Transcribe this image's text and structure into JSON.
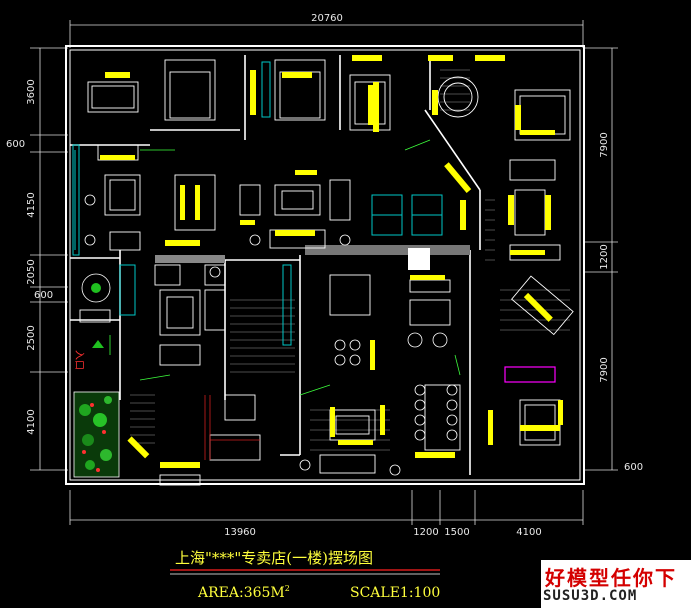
{
  "dimensions": {
    "top_total": "20760",
    "bottom": [
      "13960",
      "1200",
      "1500",
      "4100"
    ],
    "left": [
      "3600",
      "4150",
      "2050",
      "2500",
      "4100"
    ],
    "left_small": [
      "600",
      "600"
    ],
    "right": [
      "7900",
      "1200",
      "7900"
    ],
    "right_small": "600"
  },
  "title": "上海\"***\"专卖店(一楼)摆场图",
  "area_label": "AREA:365M",
  "area_sup": "2",
  "scale_label": "SCALE1:100",
  "entrance_label": "入口",
  "watermark": {
    "cn": "好模型任你下",
    "en": "SUSU3D.COM"
  },
  "colors": {
    "wall": "#ffffff",
    "furniture": "#ffffff",
    "accent": "#ffff00",
    "cyan": "#00c8c8",
    "green": "#20c020",
    "magenta": "#ff00ff",
    "dim": "#e8e8e8"
  }
}
